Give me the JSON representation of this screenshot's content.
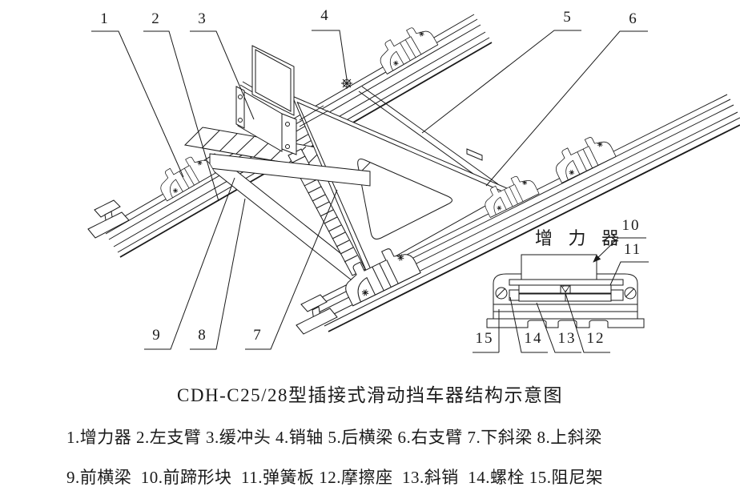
{
  "figure": {
    "title": "CDH-C25/28型插接式滑动挡车器结构示意图",
    "detail_label": "增 力 器",
    "background_color": "#ffffff",
    "line_color": "#1a1a1a"
  },
  "callouts": {
    "c1": "1",
    "c2": "2",
    "c3": "3",
    "c4": "4",
    "c5": "5",
    "c6": "6",
    "c7": "7",
    "c8": "8",
    "c9": "9",
    "c10": "10",
    "c11": "11",
    "c12": "12",
    "c13": "13",
    "c14": "14",
    "c15": "15"
  },
  "legend": {
    "line1": "1.增力器 2.左支臂 3.缓冲头 4.销轴 5.后横梁 6.右支臂 7.下斜梁 8.上斜梁",
    "line2": "9.前横梁  10.前蹄形块  11.弹簧板 12.摩擦座  13.斜销  14.螺栓 15.阻尼架"
  },
  "parts": [
    {
      "num": "1",
      "name": "增力器"
    },
    {
      "num": "2",
      "name": "左支臂"
    },
    {
      "num": "3",
      "name": "缓冲头"
    },
    {
      "num": "4",
      "name": "销轴"
    },
    {
      "num": "5",
      "name": "后横梁"
    },
    {
      "num": "6",
      "name": "右支臂"
    },
    {
      "num": "7",
      "name": "下斜梁"
    },
    {
      "num": "8",
      "name": "上斜梁"
    },
    {
      "num": "9",
      "name": "前横梁"
    },
    {
      "num": "10",
      "name": "前蹄形块"
    },
    {
      "num": "11",
      "name": "弹簧板"
    },
    {
      "num": "12",
      "name": "摩擦座"
    },
    {
      "num": "13",
      "name": "斜销"
    },
    {
      "num": "14",
      "name": "螺栓"
    },
    {
      "num": "15",
      "name": "阻尼架"
    }
  ]
}
